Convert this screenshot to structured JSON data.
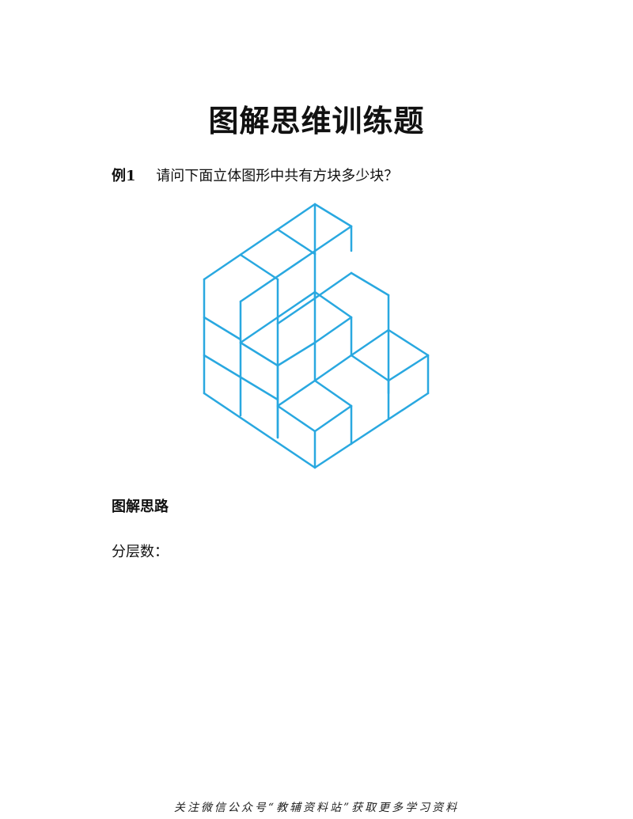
{
  "document": {
    "title": "图解思维训练题",
    "example": {
      "label": "例1",
      "question": "请问下面立体图形中共有方块多少块？"
    },
    "section_heading": "图解思路",
    "layer_label": "分层数：",
    "footer": "关注微信公众号“教辅资料站”获取更多学习资料"
  },
  "figure": {
    "description_icon": "isometric-stacked-cubes",
    "stroke_color": "#29a8e0"
  }
}
